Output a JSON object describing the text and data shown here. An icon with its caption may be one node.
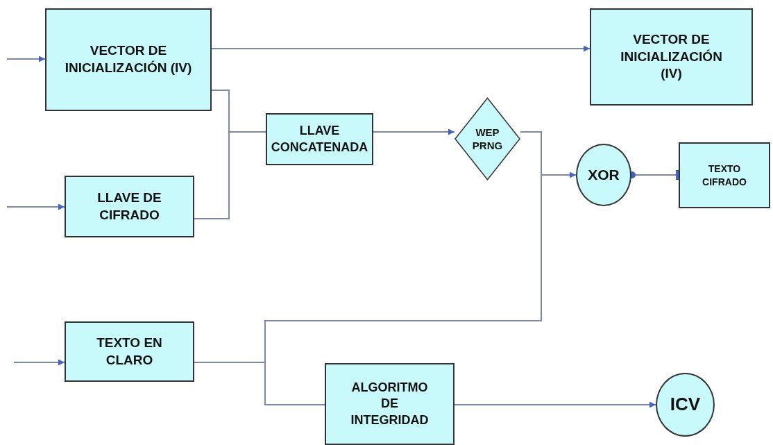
{
  "diagram": {
    "nodes": [
      {
        "text": [
          "VECTOR DE INICIALIZACIÓN (IV)"
        ]
      },
      {
        "text": [
          "VECTOR DE INICIALIZACIÓN (IV)"
        ]
      },
      {
        "text": [
          "LLAVE CONCATENADA"
        ]
      },
      {
        "text": [
          "WEP PRNG"
        ]
      },
      {
        "text": [
          "LLAVE DE CIFRADO"
        ]
      },
      {
        "text": [
          "XOR"
        ]
      },
      {
        "text": [
          "TEXTO CIFRADO"
        ]
      },
      {
        "text": [
          "TEXTO EN CLARO"
        ]
      },
      {
        "text": [
          "ALGORITMO DE INTEGRIDAD"
        ]
      },
      {
        "text": [
          "ICV"
        ]
      }
    ],
    "edges": [
      {
        "from": null,
        "to": 0,
        "arrow": "to"
      },
      {
        "from": null,
        "to": 4,
        "arrow": "to"
      },
      {
        "from": null,
        "to": 7,
        "arrow": "to"
      },
      {
        "from": 0,
        "to": 1,
        "arrow": "to"
      },
      {
        "from": 0,
        "to": 2,
        "arrow": "none"
      },
      {
        "from": 4,
        "to": 2,
        "arrow": "none"
      },
      {
        "from": 2,
        "to": 3,
        "arrow": "to"
      },
      {
        "from": 3,
        "to": 5,
        "arrow": "none"
      },
      {
        "from": 7,
        "to": 5,
        "arrow": "to"
      },
      {
        "from": 7,
        "to": 8,
        "arrow": "none"
      },
      {
        "from": 5,
        "to": 6,
        "arrow": "other"
      },
      {
        "from": 8,
        "to": 9,
        "arrow": "to"
      }
    ]
  }
}
